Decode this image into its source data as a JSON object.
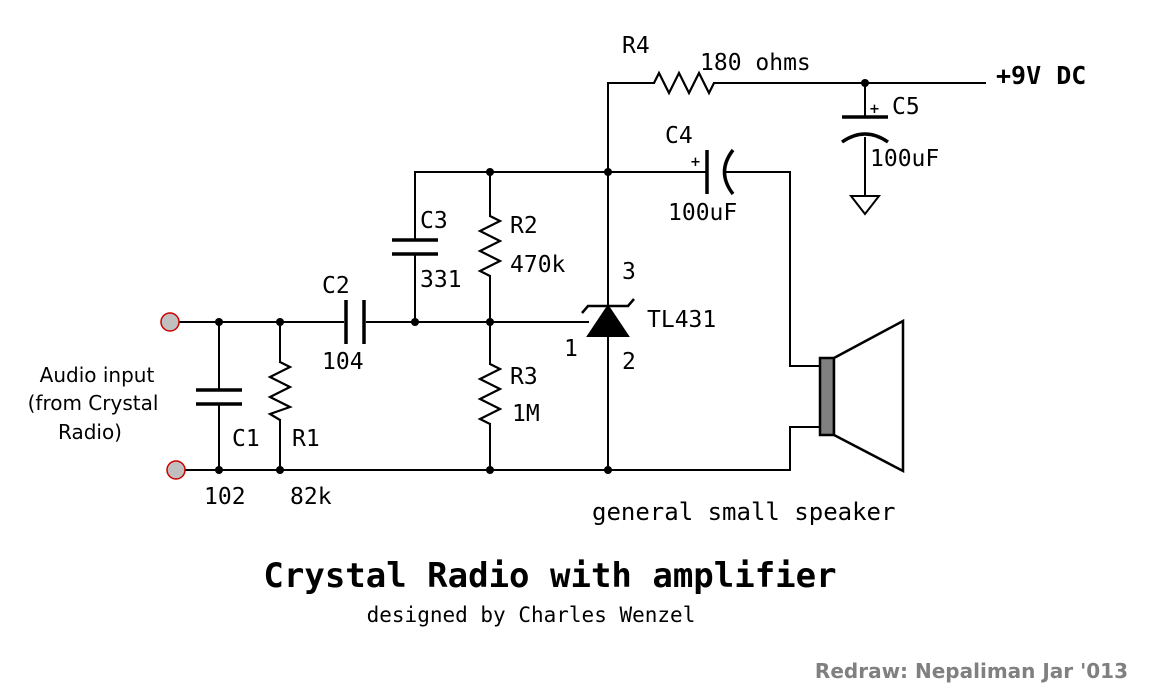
{
  "title": "Crystal Radio with amplifier",
  "subtitle": "designed by Charles Wenzel",
  "credit": "Redraw: Nepaliman Jar '013",
  "supply_label": "+9V DC",
  "input_label": {
    "line1": "Audio input",
    "line2": "(from Crystal",
    "line3": "Radio)"
  },
  "speaker_label": "general small speaker",
  "ic_pins": {
    "pin1": "1",
    "pin2": "2",
    "pin3": "3"
  },
  "components": {
    "R4": {
      "ref": "R4",
      "value": "180 ohms"
    },
    "C5": {
      "ref": "C5",
      "value": "100uF",
      "polarity": "+"
    },
    "C4": {
      "ref": "C4",
      "value": "100uF",
      "polarity": "+"
    },
    "C3": {
      "ref": "C3",
      "value": "331"
    },
    "R2": {
      "ref": "R2",
      "value": "470k"
    },
    "C2": {
      "ref": "C2",
      "value": "104"
    },
    "R3": {
      "ref": "R3",
      "value": "1M"
    },
    "C1": {
      "ref": "C1",
      "value": "102"
    },
    "R1": {
      "ref": "R1",
      "value": "82k"
    },
    "U1": {
      "ref": "TL431"
    }
  },
  "colors": {
    "ink": "#000000",
    "terminal_fill": "#c0c0c0",
    "terminal_stroke": "#cc0000",
    "speaker_magnet": "#808080",
    "credit_text": "#808080"
  }
}
